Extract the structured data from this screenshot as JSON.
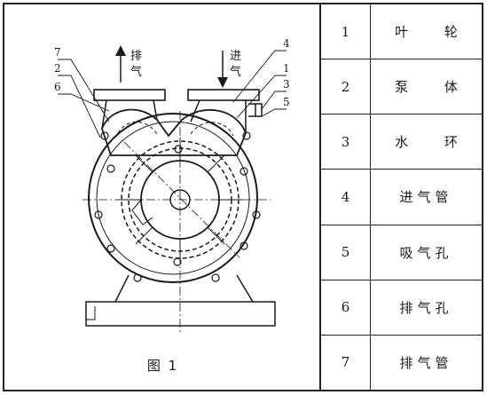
{
  "figure": {
    "caption": "图 1",
    "exhaust_label": "排\n气",
    "intake_label": "进\n气",
    "callouts": [
      "7",
      "2",
      "6",
      "4",
      "1",
      "3",
      "5"
    ]
  },
  "legend": [
    {
      "number": "1",
      "name": "叶 轮"
    },
    {
      "number": "2",
      "name": "泵 体"
    },
    {
      "number": "3",
      "name": "水 环"
    },
    {
      "number": "4",
      "name": "进气管"
    },
    {
      "number": "5",
      "name": "吸气孔"
    },
    {
      "number": "6",
      "name": "排气孔"
    },
    {
      "number": "7",
      "name": "排气管"
    }
  ]
}
